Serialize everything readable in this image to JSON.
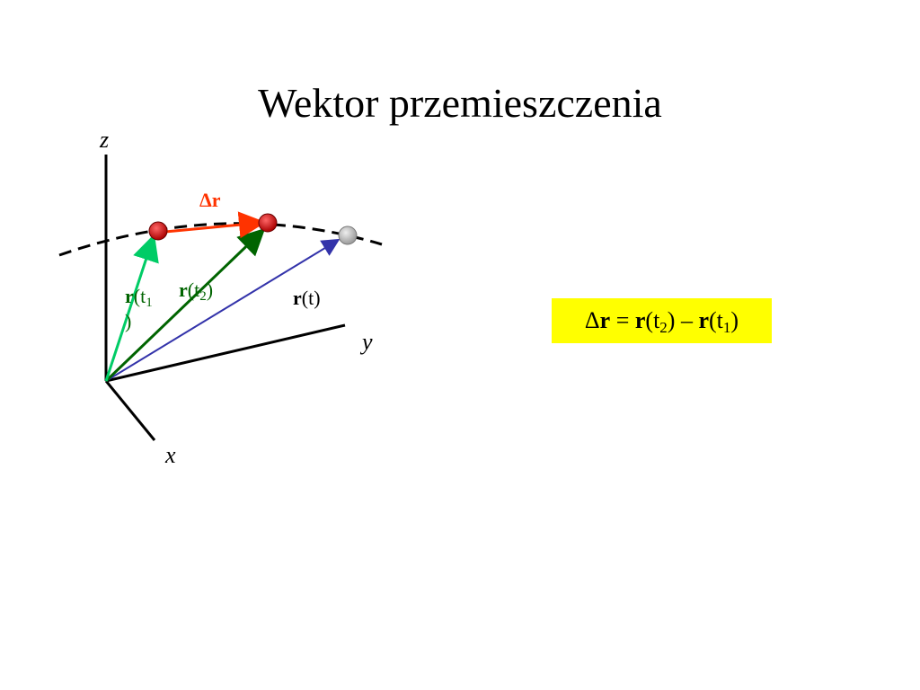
{
  "slide": {
    "title": "Wektor przemieszczenia"
  },
  "axes": {
    "z": "z",
    "y": "y",
    "x": "x"
  },
  "labels": {
    "delta_symbol": "Δ",
    "vec_symbol": "r",
    "r_t1_open": "(t",
    "r_t1_sub": "1",
    "r_t1_close": ")",
    "r_t2_open": "(t",
    "r_t2_sub": "2",
    "r_t2_close": ")",
    "r_t": "(t)"
  },
  "formula": {
    "delta": "Δ",
    "r": "r",
    "equals": " = ",
    "r2_open": "(t",
    "r2_sub": "2",
    "r2_close": ")",
    "minus": " – ",
    "r1_open": "(t",
    "r1_sub": "1",
    "r1_close": ")"
  },
  "colors": {
    "delta_r": "#ff3300",
    "r_t1": "#00cc66",
    "r_t2": "#006400",
    "r_t": "#3333aa",
    "formula_bg": "#ffff00",
    "point": "#cc0000",
    "point_future": "#c0c0c0"
  }
}
